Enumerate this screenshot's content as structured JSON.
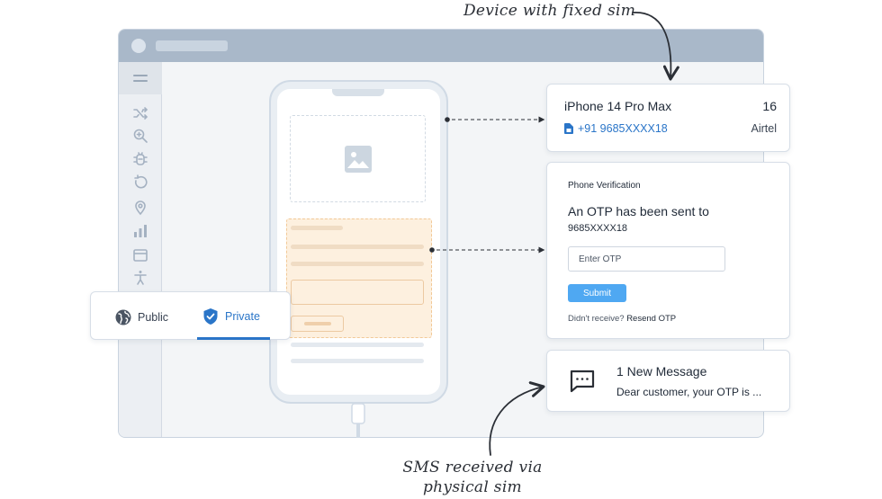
{
  "annotations": {
    "device_note": "Device with fixed sim",
    "sms_note_line1": "SMS received via",
    "sms_note_line2": "physical sim"
  },
  "device": {
    "name": "iPhone 14 Pro Max",
    "count": "16",
    "sim_number": "+91 9685XXXX18",
    "carrier": "Airtel"
  },
  "verification": {
    "label": "Phone Verification",
    "heading": "An OTP has been sent to",
    "number": "9685XXXX18",
    "input_placeholder": "Enter OTP",
    "submit_label": "Submit",
    "resend_prompt": "Didn't receive?",
    "resend_link": "Resend OTP"
  },
  "sms": {
    "title": "1 New Message",
    "body": "Dear customer, your OTP is ..."
  },
  "visibility": {
    "public_label": "Public",
    "private_label": "Private",
    "selected": "Private"
  },
  "colors": {
    "accent": "#2a75c8",
    "submit": "#4fa8f2",
    "highlight": "#fdf0df"
  }
}
